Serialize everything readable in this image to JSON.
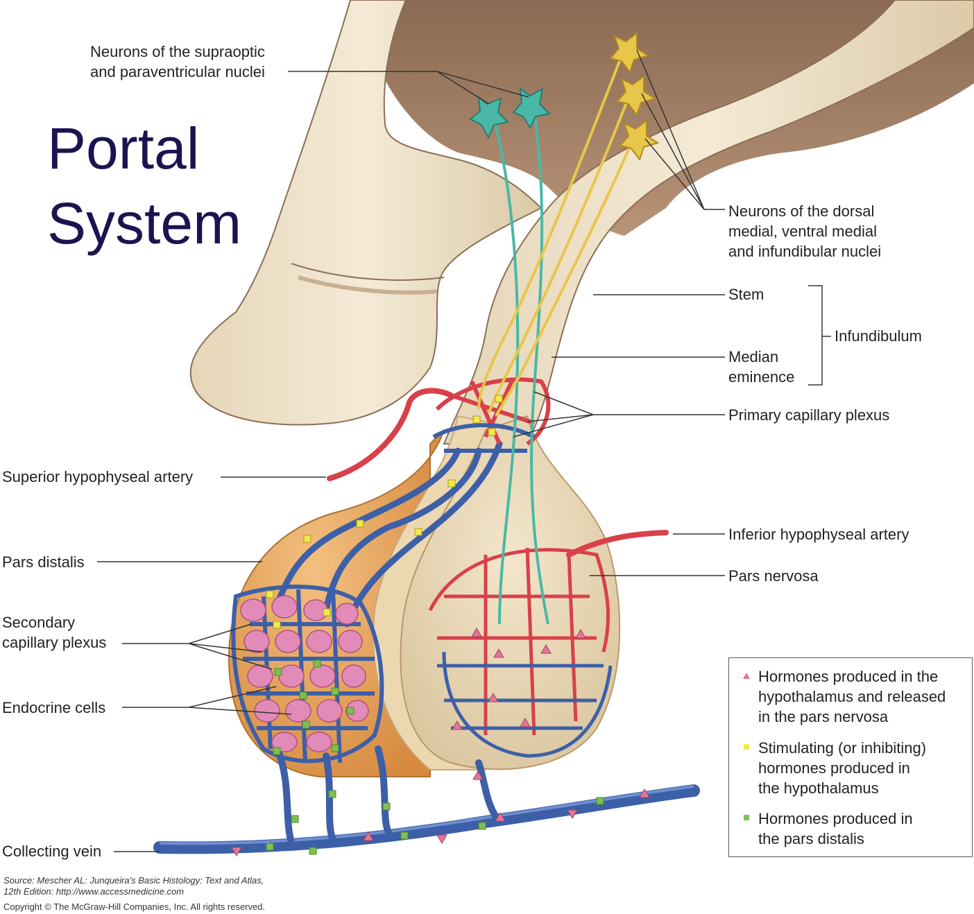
{
  "title": "Portal\nSystem",
  "labels": {
    "supraoptic": "Neurons of the supraoptic\nand paraventricular nuclei",
    "dorsal": "Neurons of the dorsal\nmedial, ventral medial\nand infundibular nuclei",
    "stem": "Stem",
    "infundibulum": "Infundibulum",
    "median": "Median\neminence",
    "primary": "Primary capillary plexus",
    "superior": "Superior hypophyseal artery",
    "inferior": "Inferior hypophyseal artery",
    "pars_distalis": "Pars distalis",
    "pars_nervosa": "Pars nervosa",
    "secondary": "Secondary\ncapillary plexus",
    "endocrine": "Endocrine cells",
    "collecting": "Collecting vein"
  },
  "legend": {
    "items": [
      {
        "symbol": "pink-triangle-icon",
        "color": "#e0769a",
        "text": "Hormones produced in the\nhypothalamus and released\nin the pars nervosa"
      },
      {
        "symbol": "yellow-square-icon",
        "color": "#f2ea4a",
        "text": "Stimulating (or inhibiting)\nhormones produced in\nthe hypothalamus"
      },
      {
        "symbol": "green-square-icon",
        "color": "#7fbf52",
        "text": "Hormones produced in\nthe pars distalis"
      }
    ]
  },
  "source": {
    "line1": "Source: Mescher AL: Junqueira's Basic Histology: Text and Atlas,\n12th Edition: http://www.accessmedicine.com",
    "line2": "Copyright © The McGraw-Hill Companies, Inc. All rights reserved."
  },
  "colors": {
    "brain": "#a88870",
    "tissue": "#f0e4cc",
    "pars_distalis": "#e8a660",
    "artery": "#d8404a",
    "vein": "#3d5fa8",
    "cells": "#e28ab8",
    "neuron_teal": "#49b8a6",
    "neuron_yellow": "#e8c64a",
    "title": "#1a1450"
  }
}
